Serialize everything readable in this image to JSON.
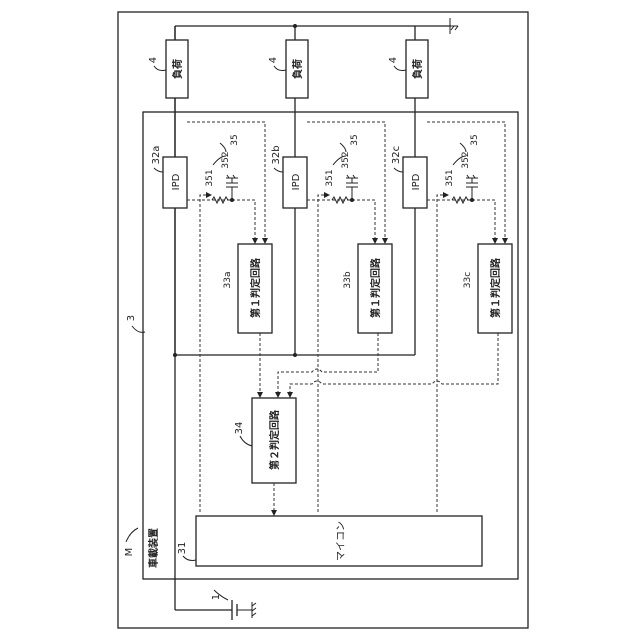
{
  "labels": {
    "M": "M",
    "device_ref": "3",
    "device_name": "車載装置",
    "battery_ref": "1",
    "micon_ref": "31",
    "micon": "マイコン",
    "judge2_ref": "34",
    "judge2": "第２判定回路",
    "load_ref": "4",
    "load": "負荷",
    "ipd": "IPD",
    "sense_ref": "35",
    "r351": "351",
    "c352": "352",
    "judge1": "第１判定回路"
  },
  "channels": [
    {
      "ipd_ref": "32a",
      "judge1_ref": "33a"
    },
    {
      "ipd_ref": "32b",
      "judge1_ref": "33b"
    },
    {
      "ipd_ref": "32c",
      "judge1_ref": "33c"
    }
  ]
}
